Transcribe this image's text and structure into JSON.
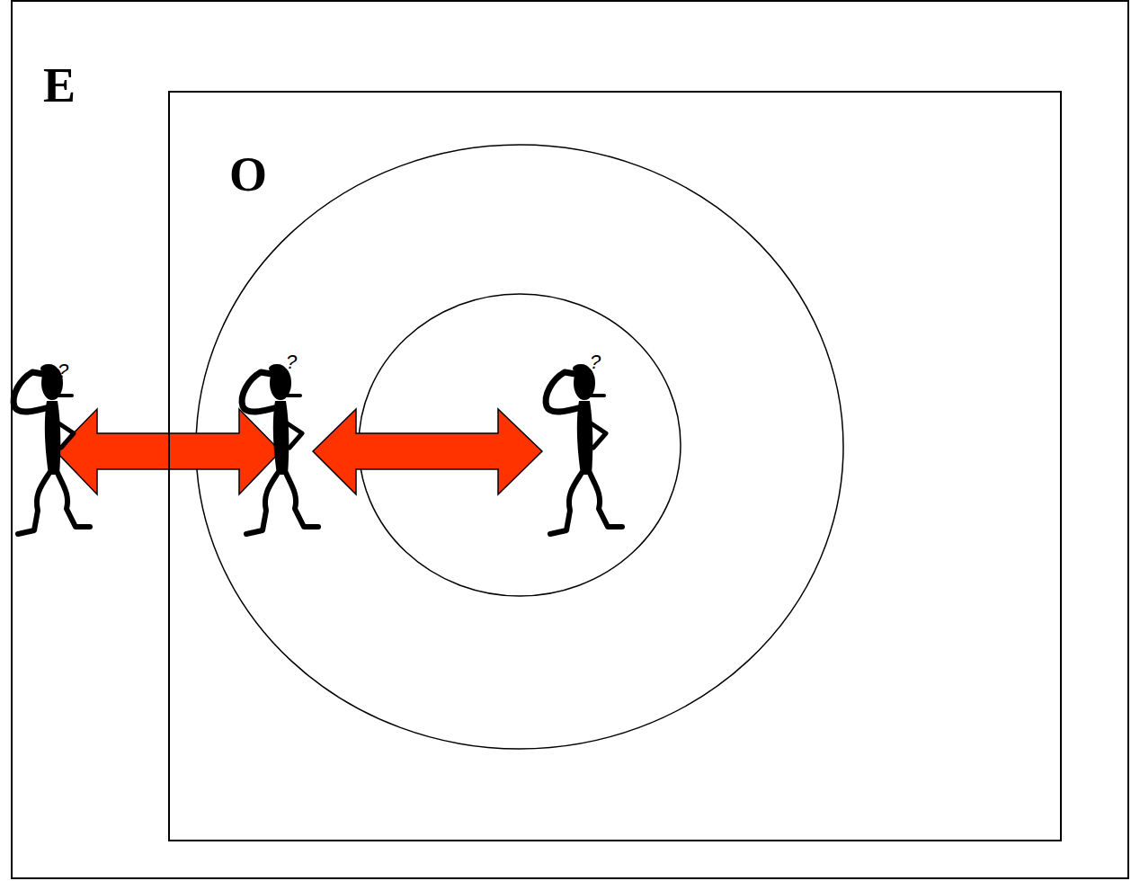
{
  "diagram": {
    "nodes": [
      {
        "text": [
          "E"
        ]
      },
      {
        "text": [
          "O"
        ],
        "in": 0
      }
    ],
    "labels": [
      "?",
      "?",
      "?"
    ]
  }
}
